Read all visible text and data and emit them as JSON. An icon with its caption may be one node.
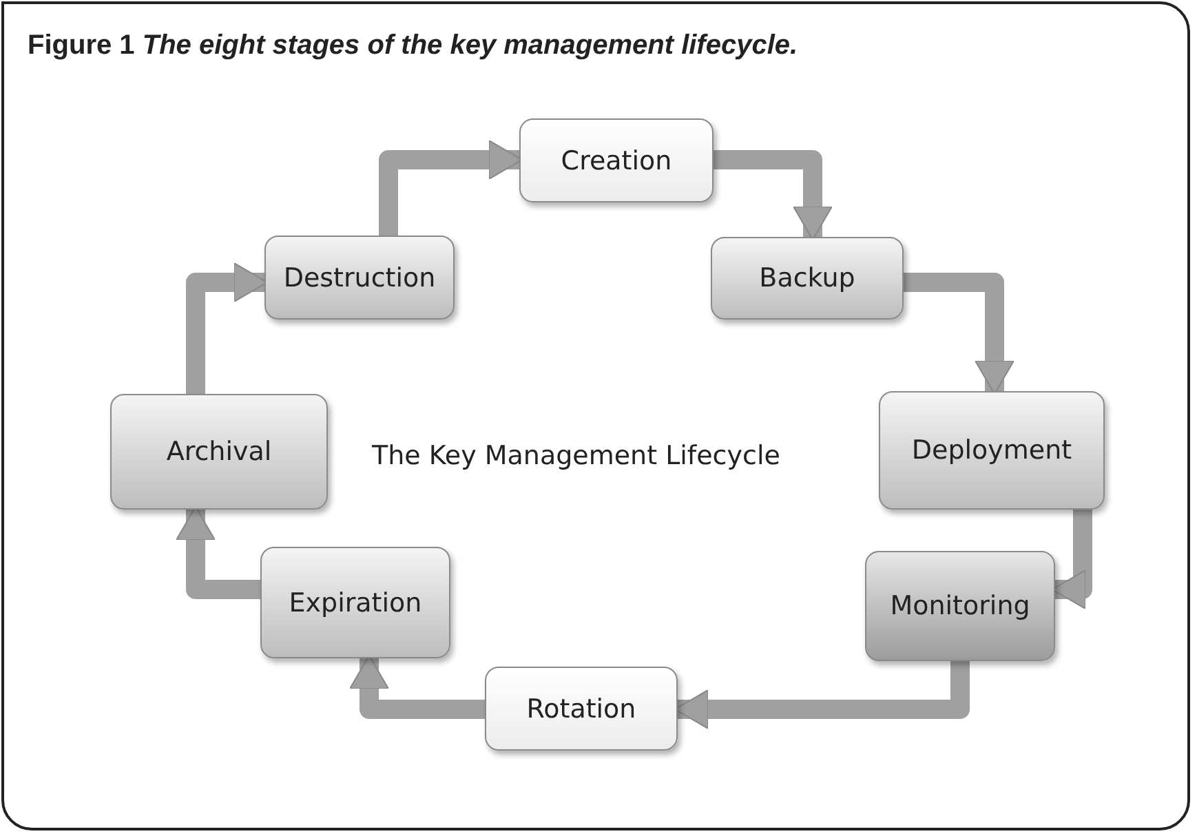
{
  "diagram": {
    "title": "Figure 1 *The eight stages of the key management lifecycle.*",
    "nodes": [
      {
        "text": [
          "Creation"
        ]
      },
      {
        "text": [
          "Backup"
        ]
      },
      {
        "text": [
          "Deployment"
        ]
      },
      {
        "text": [
          "Monitoring"
        ]
      },
      {
        "text": [
          "Rotation"
        ]
      },
      {
        "text": [
          "Expiration"
        ]
      },
      {
        "text": [
          "Archival"
        ]
      },
      {
        "text": [
          "Destruction"
        ]
      }
    ],
    "edges": [
      {
        "from": 7,
        "to": 0,
        "arrow": "to"
      },
      {
        "from": 0,
        "to": 1,
        "arrow": "to"
      },
      {
        "from": 1,
        "to": 2,
        "arrow": "to"
      },
      {
        "from": 2,
        "to": 3,
        "arrow": "to"
      },
      {
        "from": 3,
        "to": 4,
        "arrow": "to"
      },
      {
        "from": 4,
        "to": 5,
        "arrow": "to"
      },
      {
        "from": 5,
        "to": 6,
        "arrow": "to"
      },
      {
        "from": 6,
        "to": 7,
        "arrow": "to"
      }
    ],
    "labels": [
      "The Key Management Lifecycle"
    ]
  }
}
